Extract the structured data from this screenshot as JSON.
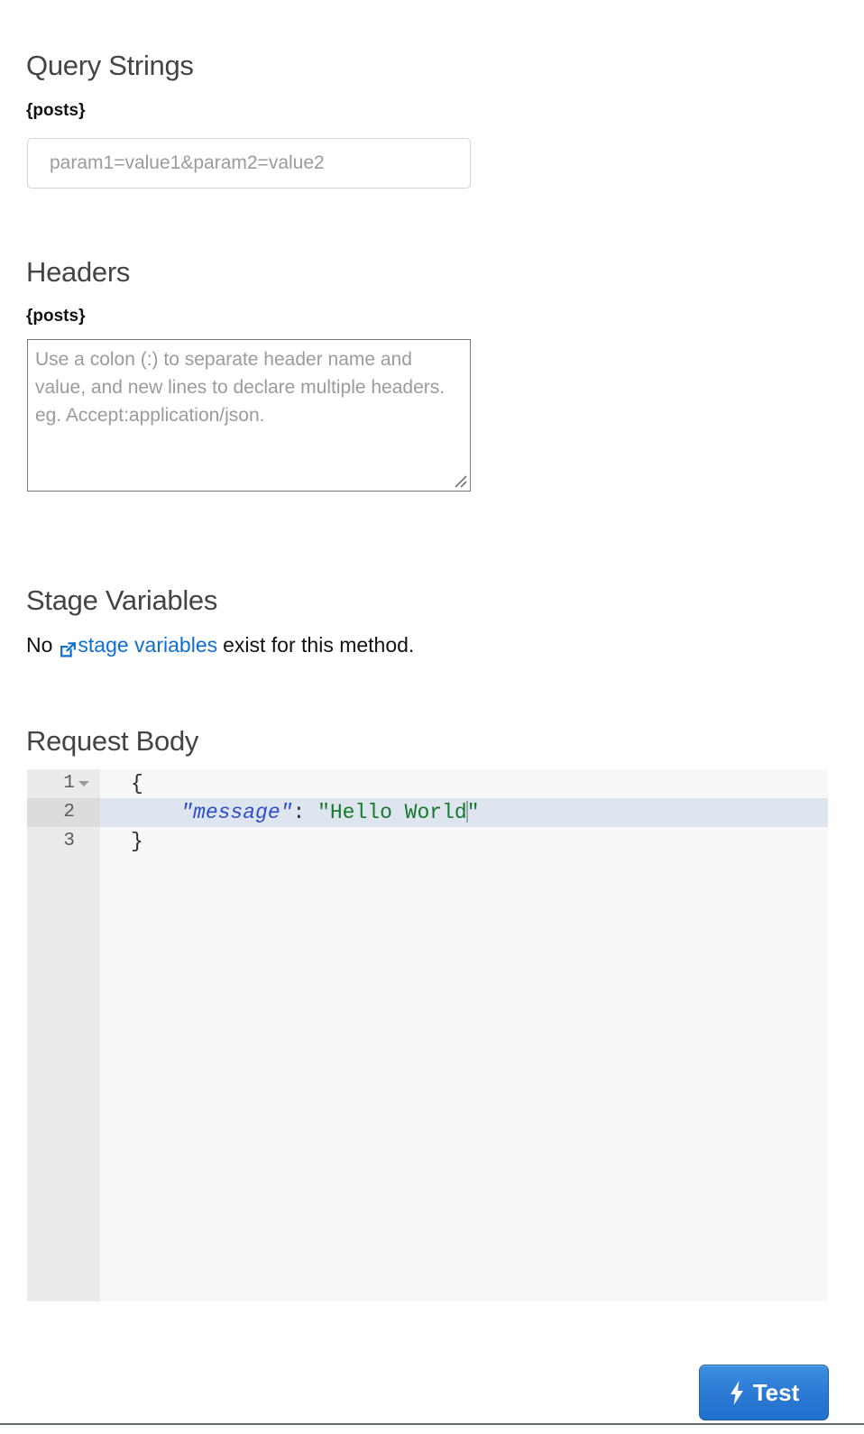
{
  "sections": {
    "query_strings": {
      "title": "Query Strings",
      "param_label": "{posts}",
      "input_value": "",
      "input_placeholder": "param1=value1&param2=value2"
    },
    "headers": {
      "title": "Headers",
      "param_label": "{posts}",
      "textarea_value": "",
      "textarea_placeholder": "Use a colon (:) to separate header name and value, and new lines to declare multiple headers. eg. Accept:application/json."
    },
    "stage_variables": {
      "title": "Stage Variables",
      "text_before": "No",
      "link_text": "stage variables",
      "link_icon": "external-link-icon",
      "text_after": "exist for this method."
    },
    "request_body": {
      "title": "Request Body",
      "editor": {
        "active_line": 2,
        "lines": [
          {
            "number": "1",
            "foldable": true,
            "tokens": [
              {
                "type": "punct",
                "text": "{"
              }
            ]
          },
          {
            "number": "2",
            "foldable": false,
            "tokens": [
              {
                "type": "punct",
                "text": "    "
              },
              {
                "type": "key",
                "text": "\"message\""
              },
              {
                "type": "punct",
                "text": ": "
              },
              {
                "type": "str",
                "text": "\"Hello World"
              },
              {
                "type": "caret",
                "text": ""
              },
              {
                "type": "str",
                "text": "\""
              }
            ]
          },
          {
            "number": "3",
            "foldable": false,
            "tokens": [
              {
                "type": "punct",
                "text": "}"
              }
            ]
          }
        ]
      }
    }
  },
  "footer": {
    "test_button_label": "Test",
    "test_button_icon": "lightning-bolt-icon"
  },
  "colors": {
    "link": "#0d6fd1",
    "heading": "#444444",
    "button_blue": "#2c7ad4",
    "active_line": "#dfe5ef",
    "gutter": "#ebebeb",
    "editor_bg": "#f8f8f8",
    "json_key": "#2d50c8",
    "json_string": "#157a2e"
  }
}
